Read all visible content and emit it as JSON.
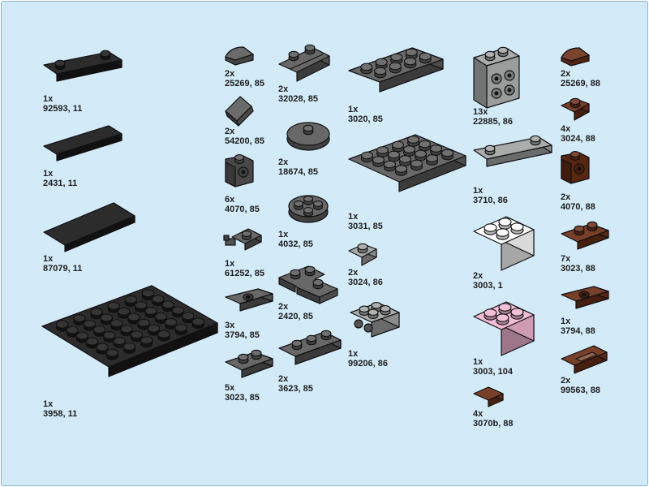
{
  "colors": {
    "background": "#d3ebf9",
    "11": "#1a1a1a",
    "85": "#5b5b5b",
    "86": "#a3a4a4",
    "88": "#6c2f16",
    "1": "#ffffff",
    "104": "#f2b6d3"
  },
  "parts": [
    {
      "qty": "1x",
      "id": "92593, 11",
      "color": "11",
      "shape": "plate14"
    },
    {
      "qty": "1x",
      "id": "2431, 11",
      "color": "11",
      "shape": "tile14"
    },
    {
      "qty": "1x",
      "id": "87079, 11",
      "color": "11",
      "shape": "tile24"
    },
    {
      "qty": "1x",
      "id": "3958, 11",
      "color": "11",
      "shape": "plate66"
    },
    {
      "qty": "2x",
      "id": "25269, 85",
      "color": "85",
      "shape": "quartertile"
    },
    {
      "qty": "2x",
      "id": "54200, 85",
      "color": "85",
      "shape": "slope"
    },
    {
      "qty": "6x",
      "id": "4070, 85",
      "color": "85",
      "shape": "brickstud"
    },
    {
      "qty": "1x",
      "id": "61252, 85",
      "color": "85",
      "shape": "clip"
    },
    {
      "qty": "3x",
      "id": "3794, 85",
      "color": "85",
      "shape": "jumper"
    },
    {
      "qty": "5x",
      "id": "3023, 85",
      "color": "85",
      "shape": "plate12"
    },
    {
      "qty": "2x",
      "id": "32028, 85",
      "color": "85",
      "shape": "rail"
    },
    {
      "qty": "2x",
      "id": "18674, 85",
      "color": "85",
      "shape": "roundtile"
    },
    {
      "qty": "1x",
      "id": "4032, 85",
      "color": "85",
      "shape": "roundplate"
    },
    {
      "qty": "2x",
      "id": "2420, 85",
      "color": "85",
      "shape": "corner"
    },
    {
      "qty": "2x",
      "id": "3623, 85",
      "color": "85",
      "shape": "plate13"
    },
    {
      "qty": "1x",
      "id": "3020, 85",
      "color": "85",
      "shape": "plate24"
    },
    {
      "qty": "1x",
      "id": "3031, 85",
      "color": "85",
      "shape": "plate44"
    },
    {
      "qty": "2x",
      "id": "3024, 86",
      "color": "86",
      "shape": "plate11"
    },
    {
      "qty": "1x",
      "id": "99206, 86",
      "color": "86",
      "shape": "sidestud"
    },
    {
      "qty": "13x",
      "id": "22885, 86",
      "color": "86",
      "shape": "bricksides"
    },
    {
      "qty": "1x",
      "id": "3710, 86",
      "color": "86",
      "shape": "plate14"
    },
    {
      "qty": "2x",
      "id": "3003, 1",
      "color": "1",
      "shape": "brick22"
    },
    {
      "qty": "1x",
      "id": "3003, 104",
      "color": "104",
      "shape": "brick22"
    },
    {
      "qty": "4x",
      "id": "3070b, 88",
      "color": "88",
      "shape": "tile11"
    },
    {
      "qty": "2x",
      "id": "25269, 88",
      "color": "88",
      "shape": "quartertile"
    },
    {
      "qty": "4x",
      "id": "3024, 88",
      "color": "88",
      "shape": "plate11"
    },
    {
      "qty": "2x",
      "id": "4070, 88",
      "color": "88",
      "shape": "brickstud"
    },
    {
      "qty": "7x",
      "id": "3023, 88",
      "color": "88",
      "shape": "plate12"
    },
    {
      "qty": "1x",
      "id": "3794, 88",
      "color": "88",
      "shape": "jumper"
    },
    {
      "qty": "2x",
      "id": "99563, 88",
      "color": "88",
      "shape": "ingot"
    }
  ]
}
